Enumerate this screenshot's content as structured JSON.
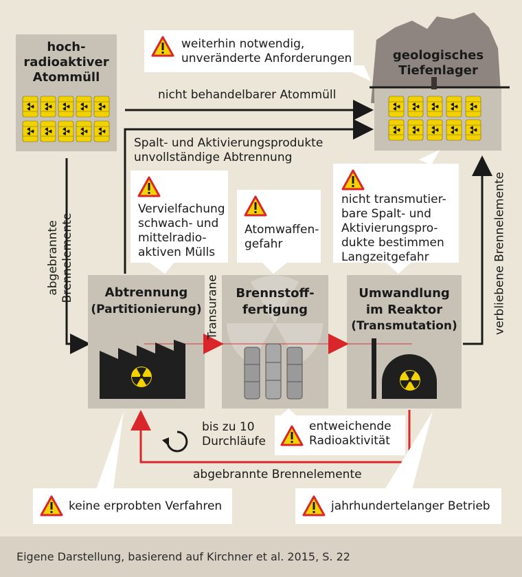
{
  "nodes": {
    "waste_title": "hoch-\nradioaktiver\nAtommüll",
    "repository_title": "geologisches\nTiefenlager",
    "separation_title": "Abtrennung",
    "separation_sub": "(Partitionierung)",
    "fabrication_title": "Brennstoff-\nfertigung",
    "transmutation_title": "Umwandlung\nim Reaktor",
    "transmutation_sub": "(Transmutation)"
  },
  "flows": {
    "untreatable": "nicht behandelbarer Atommüll",
    "fission_products": "Spalt- und Aktivierungsprodukte\nunvollständige Abtrennung",
    "spent_fuel_left": "abgebrannte Brennelemente",
    "remaining_fuel": "verbliebene Brennelemente",
    "transurane": "Transurane",
    "spent_fuel_bottom": "abgebrannte Brennelemente",
    "cycles": "bis zu 10\nDurchläufe"
  },
  "warnings": {
    "requirements": "weiterhin notwendig,\nunveränderte Anforderungen",
    "multiplication": "Vervielfachung\nschwach- und\nmittelradio-\naktiven Mülls",
    "weapons": "Atomwaffen-\ngefahr",
    "non_transmutable": "nicht transmutier-\nbare Spalt- und\nAktivierungspro-\ndukte bestimmen\nLangzeitgefahr",
    "radioactivity": "entweichende\nRadioaktivität",
    "no_methods": "keine erprobten Verfahren",
    "centuries": "jahrhundertelanger Betrieb"
  },
  "footer": "Eigene Darstellung, basierend auf Kirchner et al. 2015, S. 22",
  "colors": {
    "background": "#ece6d9",
    "box": "#c7c1b6",
    "mountain": "#8e8581",
    "arrow_dark": "#1a1a1a",
    "arrow_red": "#d9262a",
    "warning_fill": "#f2d200",
    "warning_border": "#d9262a",
    "barrel": "#f2d200"
  }
}
